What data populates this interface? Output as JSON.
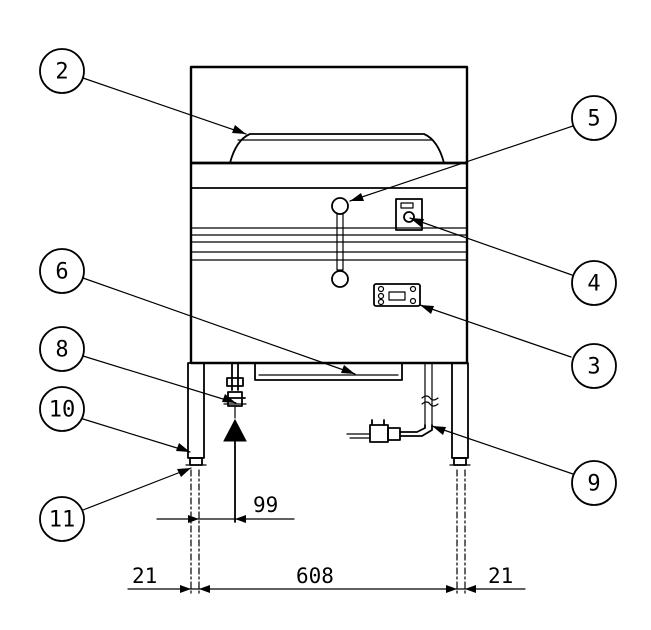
{
  "callouts": [
    {
      "id": "c2",
      "label": "2"
    },
    {
      "id": "c5",
      "label": "5"
    },
    {
      "id": "c6",
      "label": "6"
    },
    {
      "id": "c4",
      "label": "4"
    },
    {
      "id": "c8",
      "label": "8"
    },
    {
      "id": "c3",
      "label": "3"
    },
    {
      "id": "c10",
      "label": "10"
    },
    {
      "id": "c9",
      "label": "9"
    },
    {
      "id": "c11",
      "label": "11"
    }
  ],
  "dimensions": {
    "drain_offset": "99",
    "left_margin": "21",
    "leg_span": "608",
    "right_margin": "21"
  }
}
